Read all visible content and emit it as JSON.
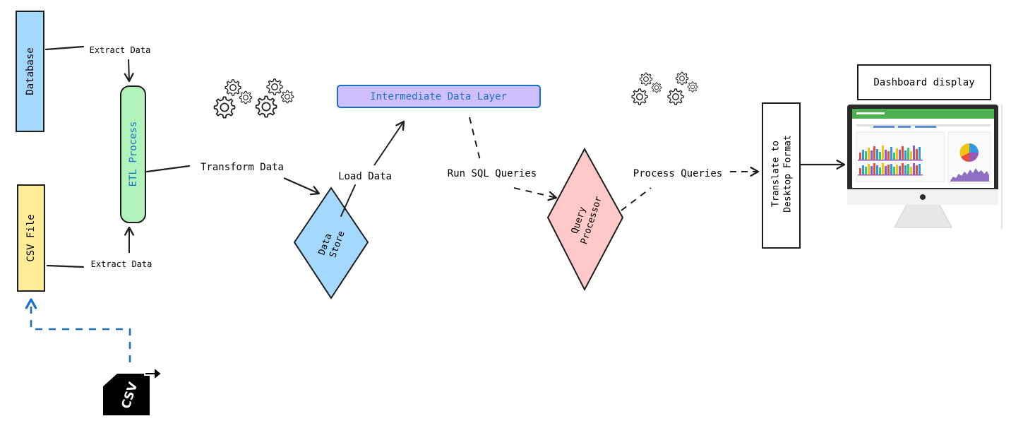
{
  "nodes": {
    "database": "Database",
    "csv_file": "CSV File",
    "etl_process": "ETL Process",
    "intermediate_layer": "Intermediate Data Layer",
    "data_store_line1": "Data",
    "data_store_line2": "Store",
    "query_processor_line1": "Query",
    "query_processor_line2": "Processor",
    "translate_line1": "Translate to",
    "translate_line2": "Desktop Format",
    "dashboard_display": "Dashboard display",
    "csv_icon_text": "CSV"
  },
  "edges": {
    "extract_db": "Extract Data",
    "extract_csv": "Extract Data",
    "transform": "Transform Data",
    "load": "Load Data",
    "run_sql": "Run SQL Queries",
    "process_queries": "Process Queries"
  },
  "colors": {
    "database_fill": "#a5d8ff",
    "csv_fill": "#ffec99",
    "etl_fill": "#b2f2bb",
    "intermediate_fill": "#d0bfff",
    "data_store_fill": "#a5d8ff",
    "query_fill": "#ffc9c9",
    "accent_blue": "#1971c2",
    "stroke": "#1e1e1e"
  },
  "icons": [
    "gears-icon",
    "gears-icon",
    "csv-file-icon",
    "monitor-dashboard-icon"
  ]
}
